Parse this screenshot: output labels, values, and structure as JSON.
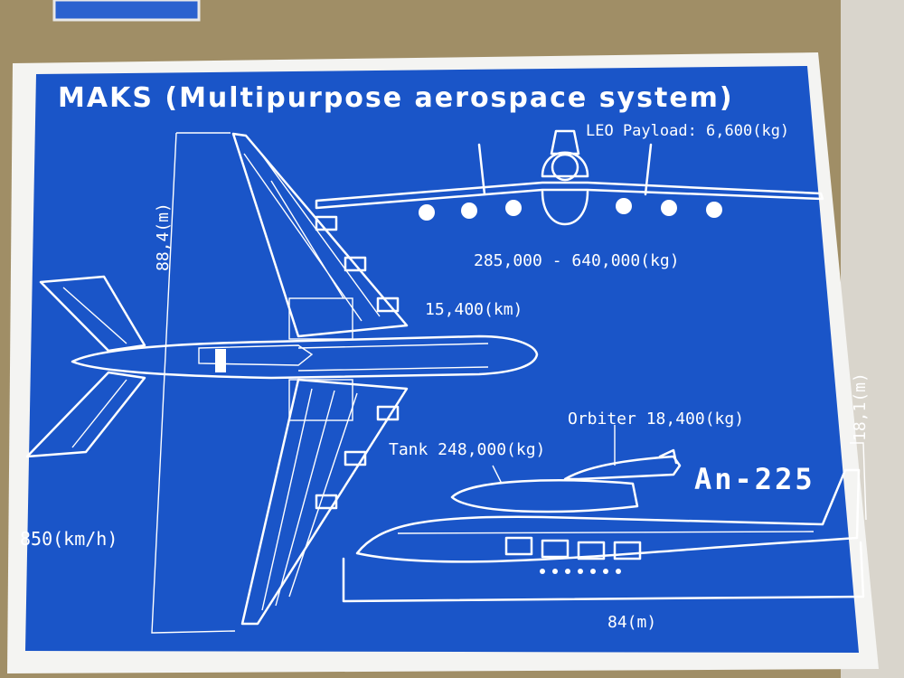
{
  "poster": {
    "title": "MAKS (Multipurpose aerospace system)",
    "leo_payload": "LEO Payload: 6,600(kg)",
    "mass_range": "285,000 -  640,000(kg)",
    "range": "15,400(km)",
    "wingspan": "88,4(m)",
    "speed": "850(km/h)",
    "height": "18,1(m)",
    "orbiter": "Orbiter 18,400(kg)",
    "tank": "Tank 248,000(kg)",
    "carrier": "An-225",
    "length": "84(m)"
  },
  "colors": {
    "blueprint_blue": "#1a55c8",
    "frame_white": "#f4f4f2",
    "line_white": "#ffffff",
    "bed_gold": "#9c8a62"
  }
}
